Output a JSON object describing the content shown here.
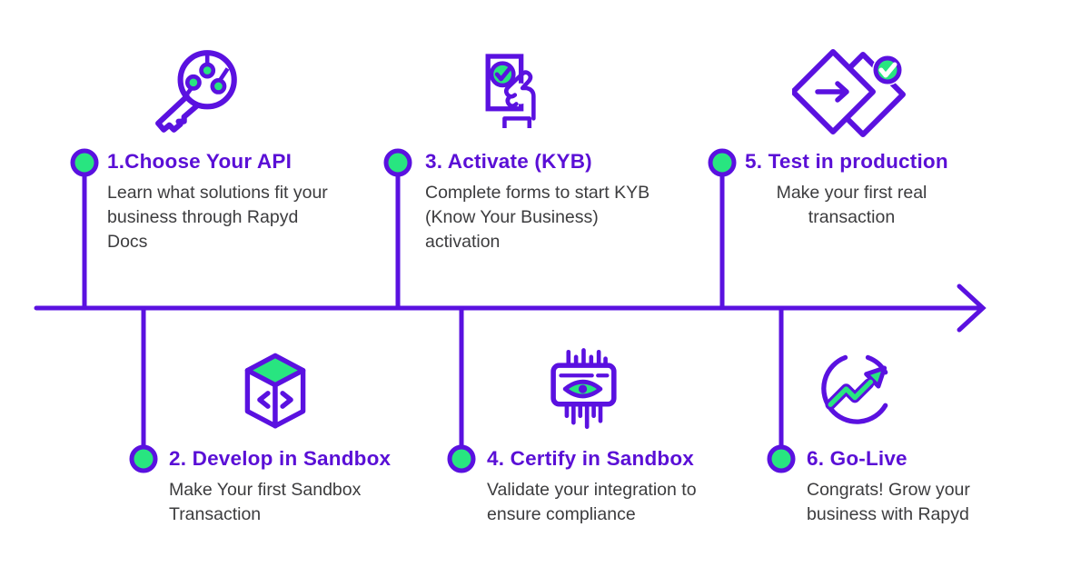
{
  "diagram": {
    "type": "horizontal-timeline",
    "direction": "left-to-right",
    "colors": {
      "line_purple": "#5a11e0",
      "heading_purple": "#5a0fd6",
      "accent_green": "#28e580",
      "body_text": "#3c3c3e",
      "background": "#ffffff"
    }
  },
  "steps": [
    {
      "id": "1",
      "position": "above-line",
      "icon": "api-key-icon",
      "title": "1.Choose Your API",
      "description": "Learn what solutions fit your business through Rapyd Docs"
    },
    {
      "id": "2",
      "position": "below-line",
      "icon": "sandbox-cube-icon",
      "title": "2. Develop in Sandbox",
      "description": "Make Your first Sandbox Transaction"
    },
    {
      "id": "3",
      "position": "above-line",
      "icon": "kyb-document-check-icon",
      "title": "3. Activate (KYB)",
      "description": "Complete forms to start KYB (Know Your Business) activation"
    },
    {
      "id": "4",
      "position": "below-line",
      "icon": "certify-chip-eye-icon",
      "title": "4. Certify in Sandbox",
      "description": "Validate your integration to ensure compliance"
    },
    {
      "id": "5",
      "position": "above-line",
      "icon": "transaction-diamonds-check-icon",
      "title": "5. Test in production",
      "description": "Make your first real transaction"
    },
    {
      "id": "6",
      "position": "below-line",
      "icon": "growth-chart-icon",
      "title": "6. Go-Live",
      "description": "Congrats! Grow your business with Rapyd"
    }
  ]
}
